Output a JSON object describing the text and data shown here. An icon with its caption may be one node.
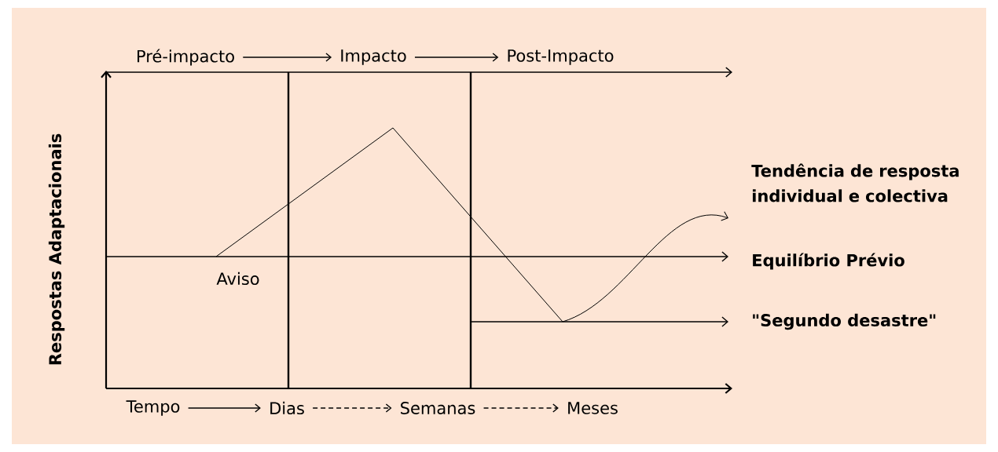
{
  "diagram": {
    "nodes": [
      {
        "text": [
          "Pré-impacto"
        ]
      },
      {
        "text": [
          "Impacto"
        ]
      },
      {
        "text": [
          "Post-Impacto"
        ]
      },
      {
        "text": [
          "Tempo"
        ]
      },
      {
        "text": [
          "Dias"
        ]
      },
      {
        "text": [
          "Semanas"
        ]
      },
      {
        "text": [
          "Meses"
        ]
      }
    ],
    "edges": [
      {
        "from": 0,
        "to": 1,
        "arrow": "to"
      },
      {
        "from": 1,
        "to": 2,
        "arrow": "to"
      },
      {
        "from": 3,
        "to": 4,
        "arrow": "to"
      },
      {
        "from": 4,
        "to": 5,
        "arrow": "to",
        "style": "dashed"
      },
      {
        "from": 5,
        "to": 6,
        "arrow": "to",
        "style": "dashed"
      }
    ],
    "labels": [
      "Respostas Adaptacionais",
      "Aviso",
      "Tendência de resposta individual e colectiva",
      "Equilíbrio Prévio",
      "\"Segundo desastre\""
    ]
  }
}
